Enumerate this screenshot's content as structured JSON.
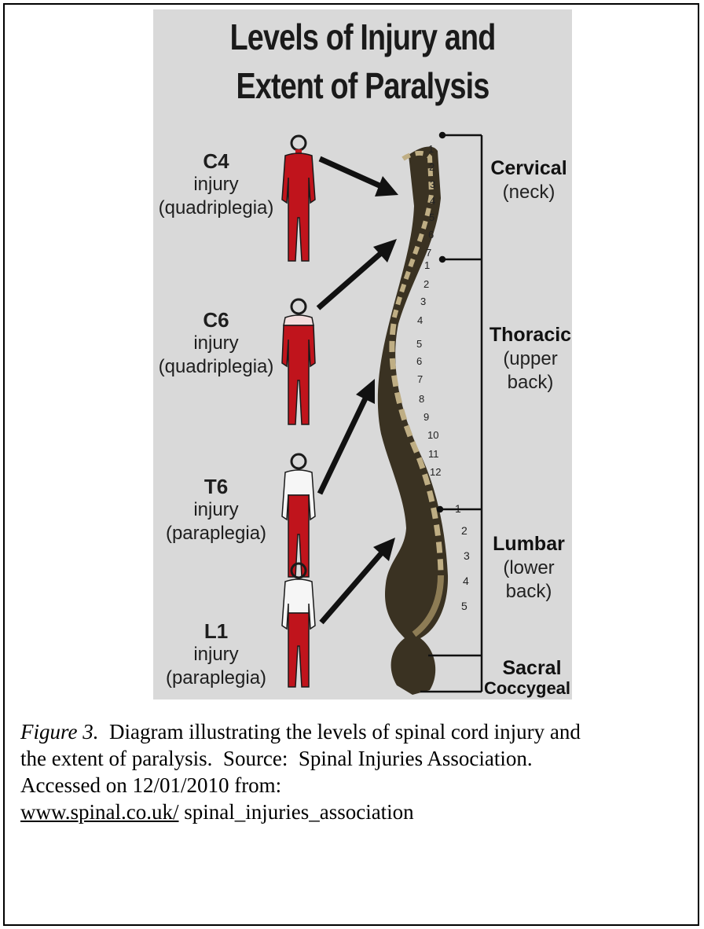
{
  "figure": {
    "title_line1": "Levels of Injury and",
    "title_line2": "Extent of Paralysis",
    "injuries": [
      {
        "level": "C4",
        "word": "injury",
        "type": "(quadriplegia)"
      },
      {
        "level": "C6",
        "word": "injury",
        "type": "(quadriplegia)"
      },
      {
        "level": "T6",
        "word": "injury",
        "type": "(paraplegia)"
      },
      {
        "level": "L1",
        "word": "injury",
        "type": "(paraplegia)"
      }
    ],
    "regions": [
      {
        "name": "Cervical",
        "sub": "(neck)"
      },
      {
        "name": "Thoracic",
        "sub1": "(upper",
        "sub2": "back)"
      },
      {
        "name": "Lumbar",
        "sub1": "(lower",
        "sub2": "back)"
      },
      {
        "name": "Sacral"
      },
      {
        "name": "Coccygeal"
      }
    ],
    "vertebra_numbers": {
      "cervical": [
        "1",
        "2",
        "3",
        "4",
        "5",
        "6",
        "7"
      ],
      "thoracic": [
        "1",
        "2",
        "3",
        "4",
        "5",
        "6",
        "7",
        "8",
        "9",
        "10",
        "11",
        "12"
      ],
      "lumbar": [
        "1",
        "2",
        "3",
        "4",
        "5"
      ]
    },
    "colors": {
      "paralysis": "#c0141c",
      "body_outline": "#1a1a1a",
      "background": "#d9d9d9",
      "bone": "#3a3222"
    }
  },
  "caption": {
    "figure_label": "Figure 3.",
    "text_line1": "  Diagram illustrating the levels of spinal cord injury and",
    "text_line2": "the extent of paralysis.  Source:  Spinal Injuries Association.",
    "text_line3": "Accessed on 12/01/2010 from:",
    "link_text": "www.spinal.co.uk/",
    "text_after_link": " spinal_injuries_association"
  }
}
